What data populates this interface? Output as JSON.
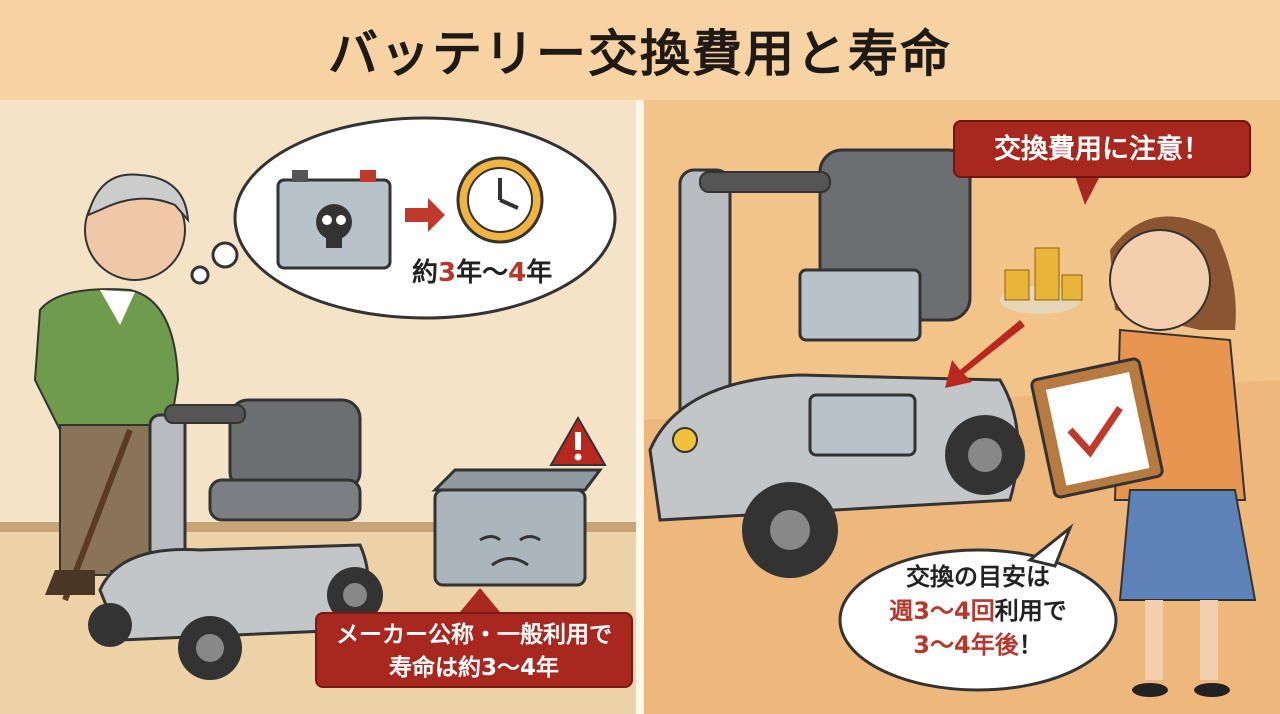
{
  "title": "バッテリー交換費用と寿命",
  "left": {
    "thought_bubble": {
      "prefix": "約",
      "num1": "3",
      "mid": "年〜",
      "num2": "4",
      "suffix": "年"
    },
    "label": {
      "line1": "メーカー公称・一般利用で",
      "line2": "寿命は約3〜4年"
    },
    "icons": [
      "dead-battery-icon",
      "arrow-right-icon",
      "clock-icon",
      "warning-icon",
      "sad-battery-icon"
    ]
  },
  "right": {
    "caution": "交換費用に注意！",
    "speech": {
      "line1": "交換の目安は",
      "line2_red": "週3〜4回",
      "line2_rest": "利用で",
      "line3_red": "3〜4年後",
      "line3_rest": "！"
    },
    "icons": [
      "coins-icon",
      "clipboard-check-icon",
      "battery-icon"
    ]
  },
  "colors": {
    "accent_red": "#a8281f",
    "text_red": "#b8372b",
    "title_band": "#f7d2a3"
  }
}
